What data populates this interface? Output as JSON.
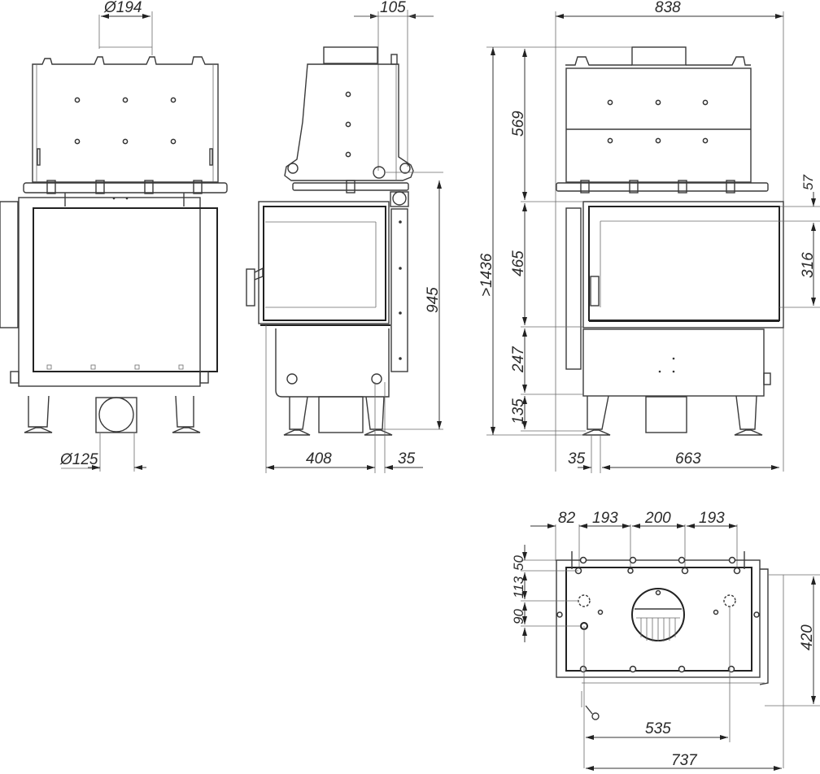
{
  "drawing": {
    "subject": "corner fireplace insert technical drawing",
    "views": {
      "front": {
        "flue_diameter_top": "Ø194",
        "air_inlet_diameter_bottom": "Ø125"
      },
      "side": {
        "top_offset": "105",
        "height": "945",
        "depth": "408",
        "leg_offset": "35"
      },
      "corner": {
        "width": "838",
        "overall_height": ">1436",
        "top_section": "569",
        "glass_section": "465",
        "lower_section": "247",
        "legs": "135",
        "right_top_gap": "57",
        "side_glass_height": "316",
        "bottom_offset": "35",
        "bottom_width": "663"
      },
      "top": {
        "horizontal_spacing": [
          "82",
          "193",
          "200",
          "193"
        ],
        "vertical_spacing": [
          "50",
          "113",
          "90"
        ],
        "depth": "420",
        "inner_width": "535",
        "overall_width": "737"
      }
    }
  }
}
